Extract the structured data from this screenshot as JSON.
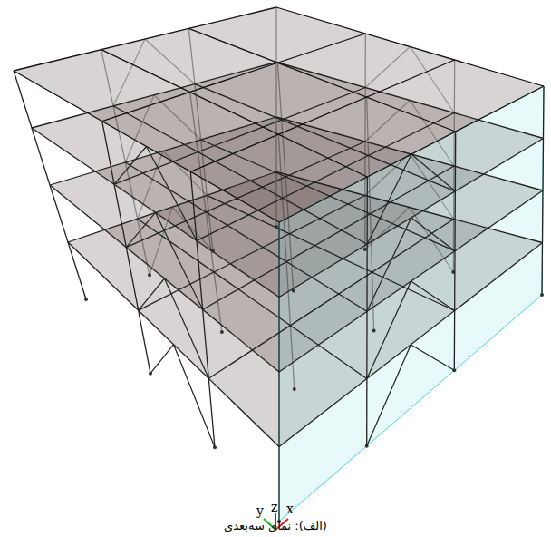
{
  "diagram": {
    "caption": "(الف): نمای سه‌بعدی",
    "labels": [
      "y",
      "z",
      "x"
    ]
  }
}
